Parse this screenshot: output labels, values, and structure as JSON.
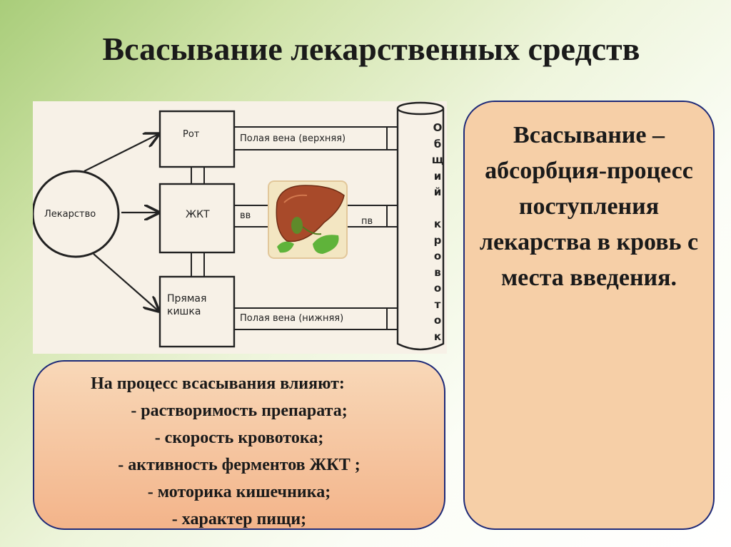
{
  "title": "Всасывание лекарственных средств",
  "diagram": {
    "drug": "Лекарство",
    "mouth": "Рот",
    "gi": "ЖКТ",
    "rectum": "Прямая\nкишка",
    "vena_cava_upper": "Полая вена (верхняя)",
    "vena_cava_lower": "Полая вена (нижняя)",
    "vv": "вв",
    "pv": "пв",
    "circulation_letters": [
      "О",
      "б",
      "щ",
      "и",
      "й",
      " ",
      "к",
      "р",
      "о",
      "в",
      "о",
      "т",
      "о",
      "к"
    ]
  },
  "definition": "Всасывание – абсорбция-процесс поступления лекарства в кровь с места введения.",
  "factors": {
    "title": "На процесс всасывания влияют:",
    "items": [
      "- растворимость  препарата;",
      "- скорость кровотока;",
      "- активность ферментов ЖКТ ;",
      "- моторика кишечника;",
      "- характер пищи;"
    ]
  },
  "colors": {
    "box_fill": "#f6cfa7",
    "box_border": "#1e2a78",
    "diagram_bg": "#f7f1e7",
    "liver": "#a84a2a"
  }
}
